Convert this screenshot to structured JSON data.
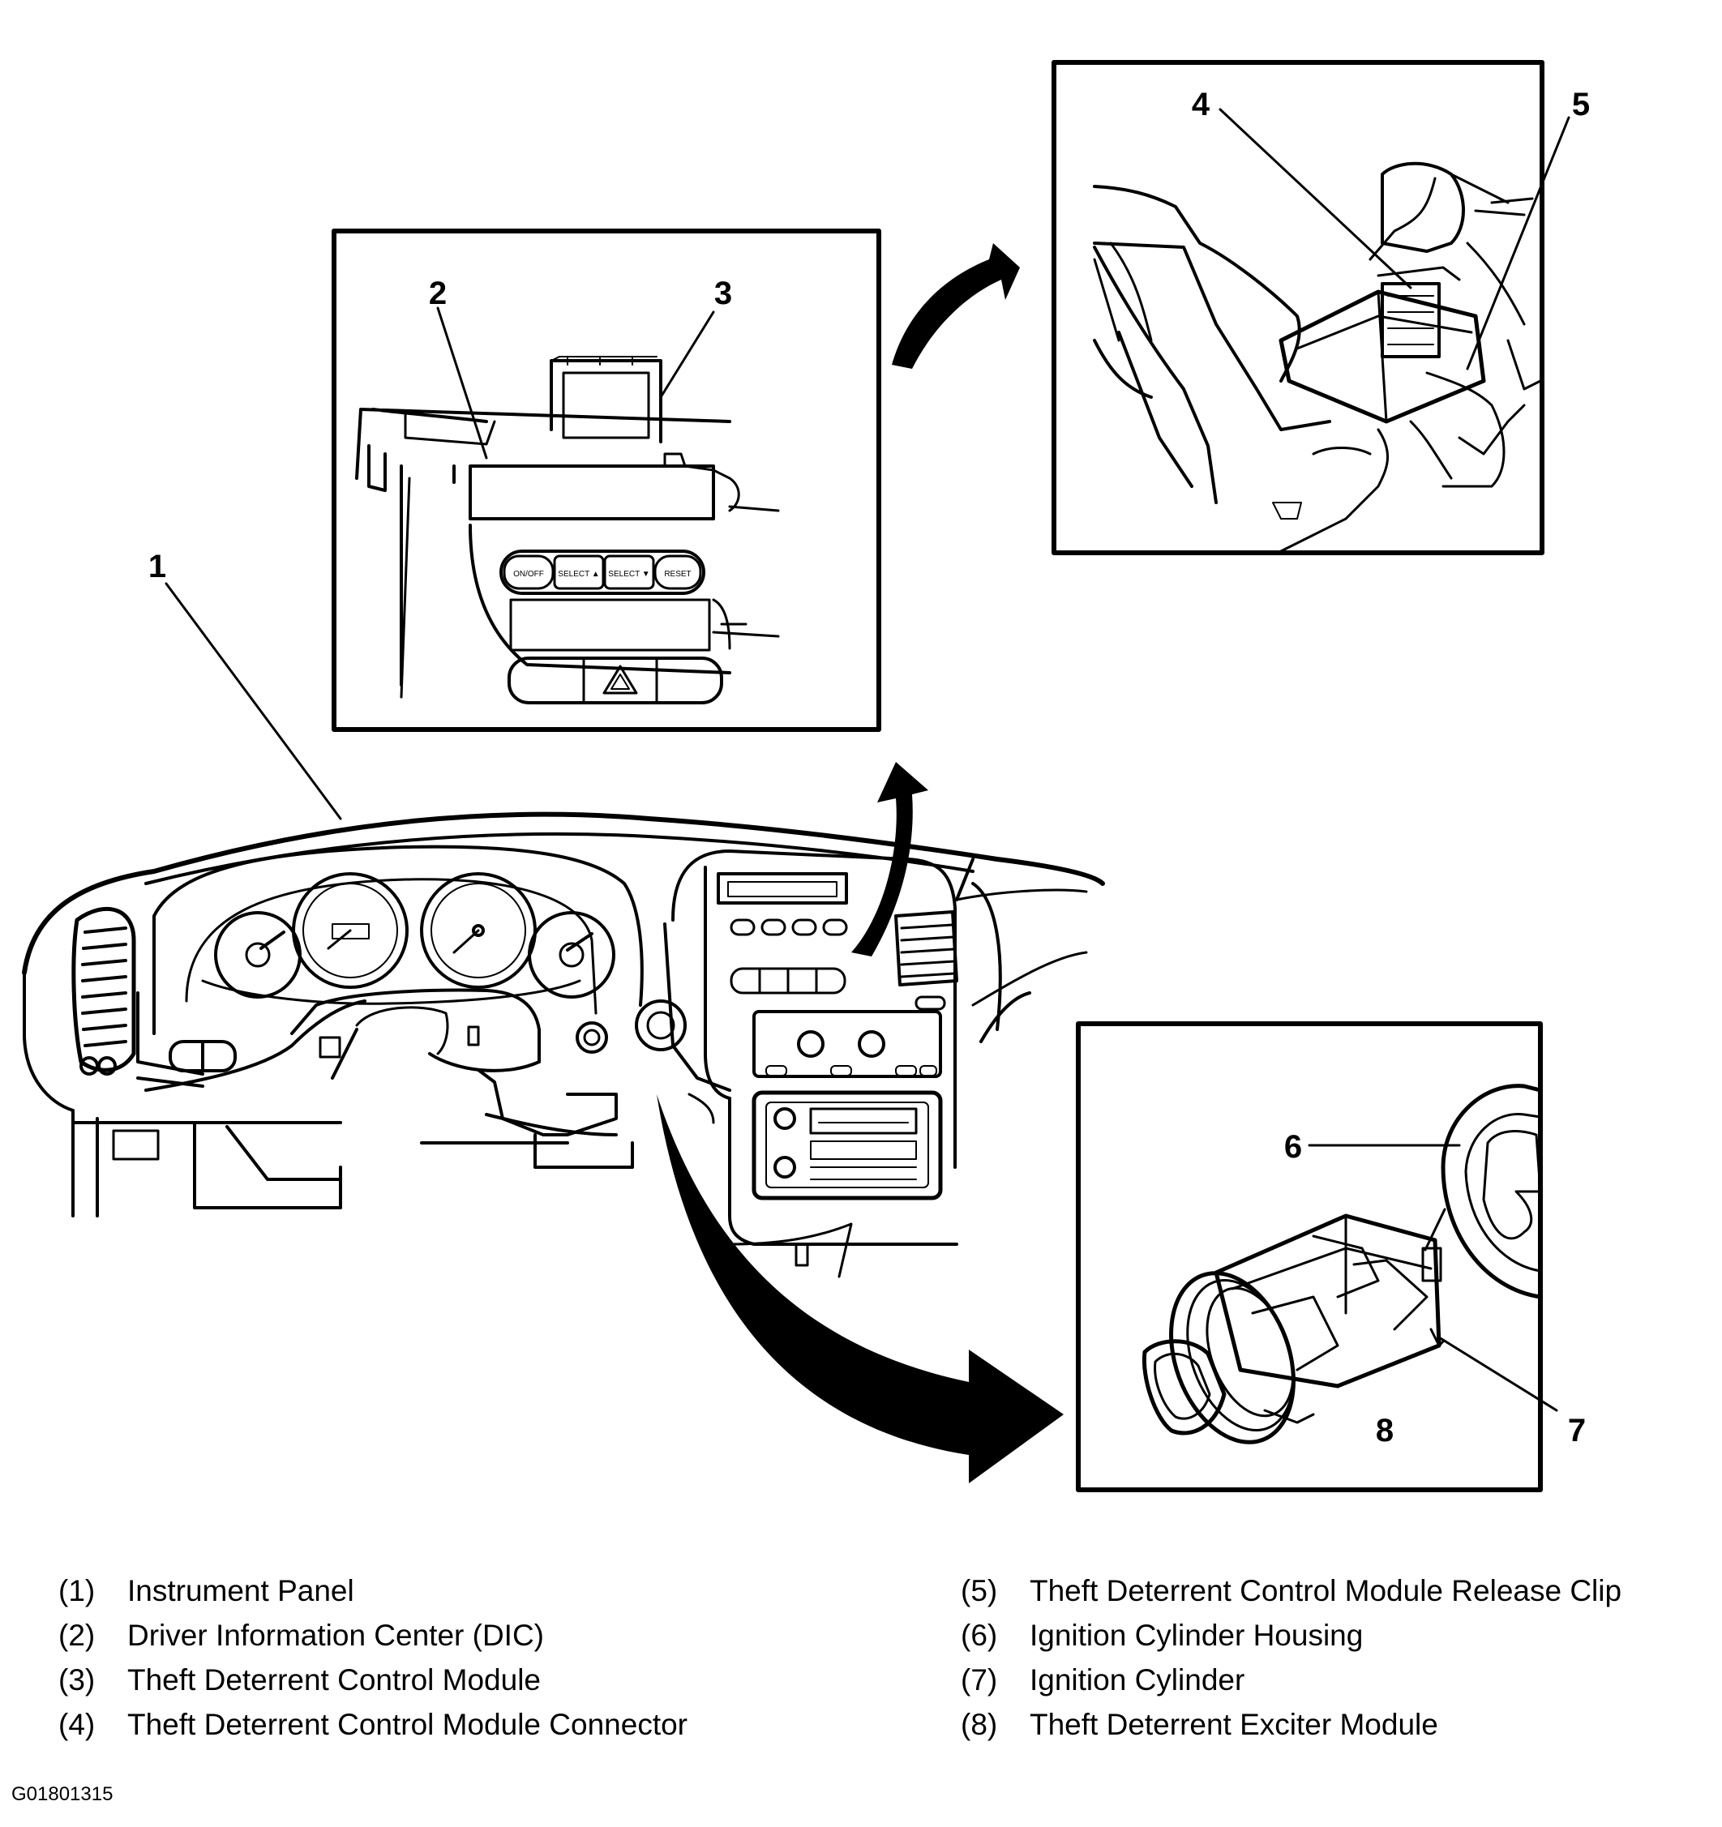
{
  "callouts": [
    "1",
    "2",
    "3",
    "4",
    "5",
    "6",
    "7",
    "8"
  ],
  "dic_buttons": [
    "ON/OFF",
    "SELECT ▲",
    "SELECT ▼",
    "RESET"
  ],
  "legend": {
    "left": [
      {
        "num": "(1)",
        "text": "Instrument Panel"
      },
      {
        "num": "(2)",
        "text": "Driver Information Center (DIC)"
      },
      {
        "num": "(3)",
        "text": "Theft Deterrent Control Module"
      },
      {
        "num": "(4)",
        "text": "Theft Deterrent Control Module Connector"
      }
    ],
    "right": [
      {
        "num": "(5)",
        "text": "Theft Deterrent Control Module Release Clip"
      },
      {
        "num": "(6)",
        "text": "Ignition Cylinder Housing"
      },
      {
        "num": "(7)",
        "text": "Ignition Cylinder"
      },
      {
        "num": "(8)",
        "text": "Theft Deterrent Exciter Module"
      }
    ]
  },
  "figure_id": "G01801315"
}
